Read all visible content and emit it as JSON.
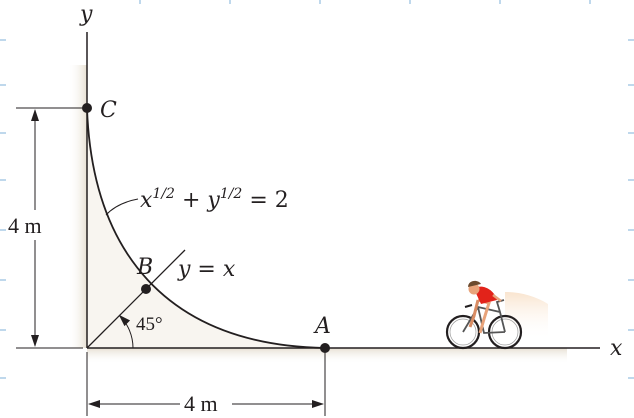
{
  "axes": {
    "x_label": "x",
    "y_label": "y"
  },
  "points": {
    "A": "A",
    "B": "B",
    "C": "C"
  },
  "curve_equation": {
    "x": "x",
    "x_exp": "1/2",
    "plus": " + ",
    "y": "y",
    "y_exp": "1/2",
    "rhs": " = 2"
  },
  "line_equation": "y = x",
  "angle": "45°",
  "dimensions": {
    "horizontal": "4 m",
    "vertical": "4 m"
  },
  "colors": {
    "ink": "#231f20",
    "shadow": "#e9e1d3",
    "jersey": "#e2231a",
    "skin": "#e8a37a",
    "border_tick": "#7fb2d8"
  },
  "icons": {
    "cyclist": "cyclist-icon"
  }
}
